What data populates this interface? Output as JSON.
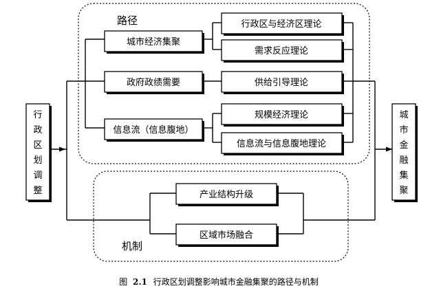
{
  "diagram": {
    "source": {
      "label": "行政区划调整"
    },
    "target": {
      "label": "城市金融集聚"
    },
    "path_section": {
      "title": "路径",
      "groups": [
        {
          "label": "城市经济集聚",
          "theories": [
            "行政区与经济区理论",
            "需求反应理论"
          ]
        },
        {
          "label": "政府政绩需要",
          "theories": [
            "供给引导理论"
          ]
        },
        {
          "label": "信息流（信息腹地）",
          "theories": [
            "规模经济理论",
            "信息流与信息腹地理论"
          ]
        }
      ]
    },
    "mechanism_section": {
      "title": "机制",
      "items": [
        "产业结构升级",
        "区域市场融合"
      ]
    },
    "caption": {
      "prefix": "图",
      "number": "2.1",
      "text": "行政区划调整影响城市金融集聚的路径与机制"
    }
  }
}
